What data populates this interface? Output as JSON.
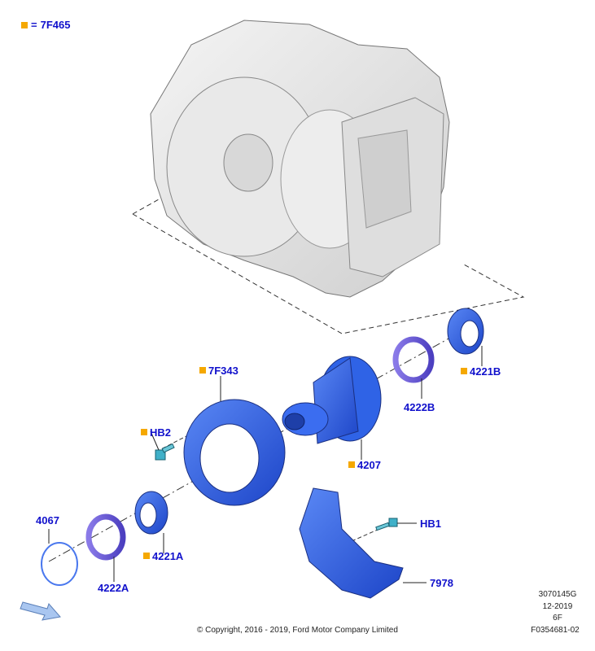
{
  "legend": {
    "equals": "=",
    "code": "7F465",
    "marker_color": "#f5a800"
  },
  "parts": {
    "p7F343": "7F343",
    "pHB2": "HB2",
    "p4207": "4207",
    "p4222B": "4222B",
    "p4221B": "4221B",
    "p4067": "4067",
    "p4222A": "4222A",
    "p4221A": "4221A",
    "pHB1": "HB1",
    "p7978": "7978"
  },
  "footer": {
    "copyright": "© Copyright, 2016 - 2019, Ford Motor Company Limited",
    "ref1": "3070145G",
    "ref2": "12-2019",
    "ref3": "6F",
    "ref4": "F0354681-02"
  },
  "colors": {
    "label": "#1111cc",
    "part_blue": "#2a5fe0",
    "housing": "#e6e6e6"
  }
}
